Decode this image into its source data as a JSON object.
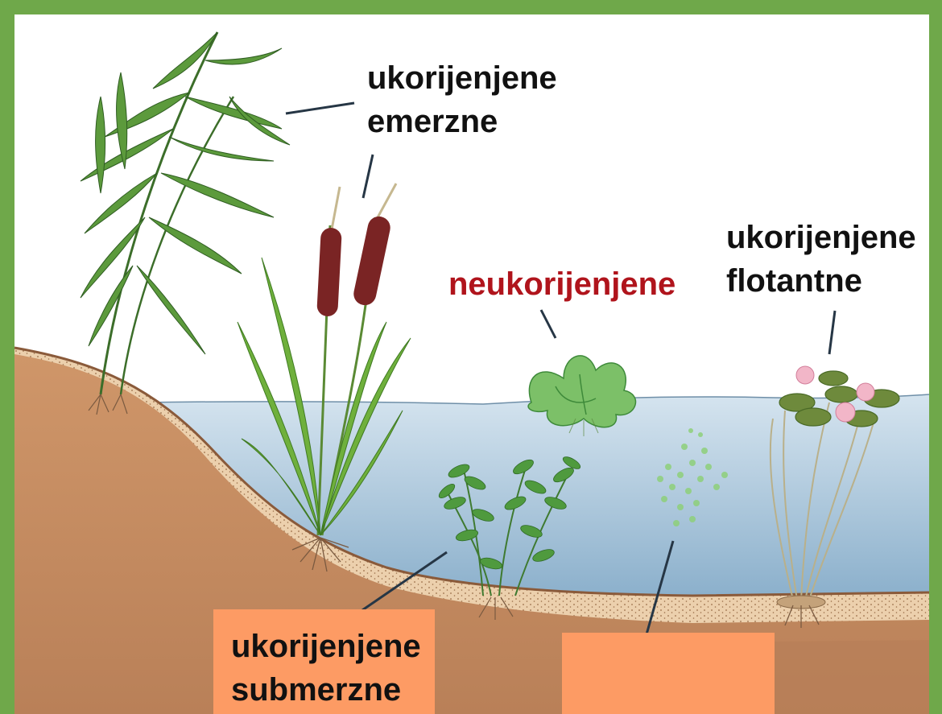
{
  "labels": {
    "emerzne": {
      "line1": "ukorijenjene",
      "line2": "emerzne"
    },
    "flotantne": {
      "line1": "ukorijenjene",
      "line2": "flotantne"
    },
    "neukorijenjene": "neukorijenjene",
    "submerzne": {
      "line1": "ukorijenjene",
      "line2": "submerzne"
    }
  },
  "colors": {
    "frame": "#6fa84a",
    "sky": "#ffffff",
    "water_top": "#d3e3ee",
    "water_bottom": "#8fb2cd",
    "soil": "#c98f63",
    "soil_dark": "#a97250",
    "sand": "#ecd0ad",
    "label_text": "#111111",
    "label_red": "#b0141c",
    "label_box": "#fd9b64"
  }
}
